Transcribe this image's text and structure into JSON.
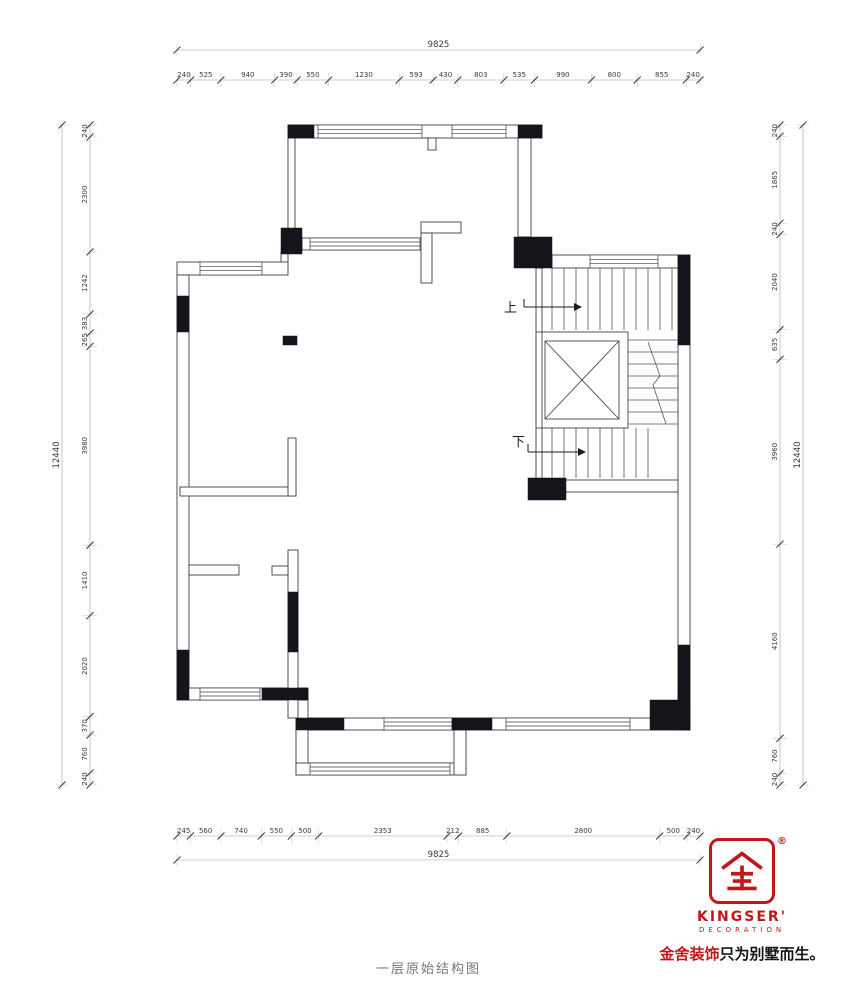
{
  "title": "一层原始结构图",
  "plan": {
    "stair_up": "上",
    "stair_down": "下"
  },
  "dimensions": {
    "top": {
      "total": "9825",
      "segments": [
        "240",
        "525",
        "940",
        "390",
        "550",
        "1230",
        "593",
        "430",
        "803",
        "535",
        "990",
        "800",
        "855",
        "240"
      ]
    },
    "bottom": {
      "total": "9825",
      "segments": [
        "245",
        "560",
        "740",
        "550",
        "500",
        "2353",
        "212",
        "885",
        "2800",
        "500",
        "240"
      ]
    },
    "left": {
      "total": "12440",
      "segments": [
        "240",
        "2300",
        "1242",
        "383",
        "265",
        "3980",
        "1410",
        "2020",
        "370",
        "760",
        "240"
      ]
    },
    "right": {
      "total": "12440",
      "segments": [
        "240",
        "1865",
        "240",
        "2040",
        "635",
        "3960",
        "4160",
        "760",
        "240"
      ]
    }
  },
  "logo": {
    "brand": "KINGSER'",
    "subtitle": "DECORATION",
    "registered": "®",
    "slogan_brand": "金舍装饰",
    "slogan_text": "只为别墅而生。",
    "accent_color": "#c01818"
  }
}
